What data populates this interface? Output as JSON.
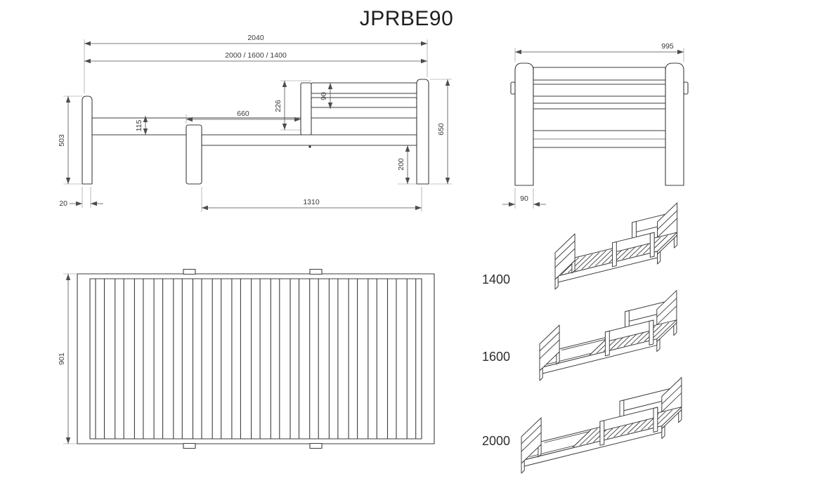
{
  "title": "JPRBE90",
  "side_view": {
    "length_total": "2040",
    "length_options": "2000 / 1600 / 1400",
    "d660": "660",
    "d226": "226",
    "d90": "90",
    "d503": "503",
    "d115": "115",
    "d650": "650",
    "d200": "200",
    "d20": "20",
    "d1310": "1310"
  },
  "end_view": {
    "width_total": "995",
    "d90": "90"
  },
  "top_view": {
    "d901": "901"
  },
  "variants": [
    {
      "label": "1400"
    },
    {
      "label": "1600"
    },
    {
      "label": "2000"
    }
  ]
}
